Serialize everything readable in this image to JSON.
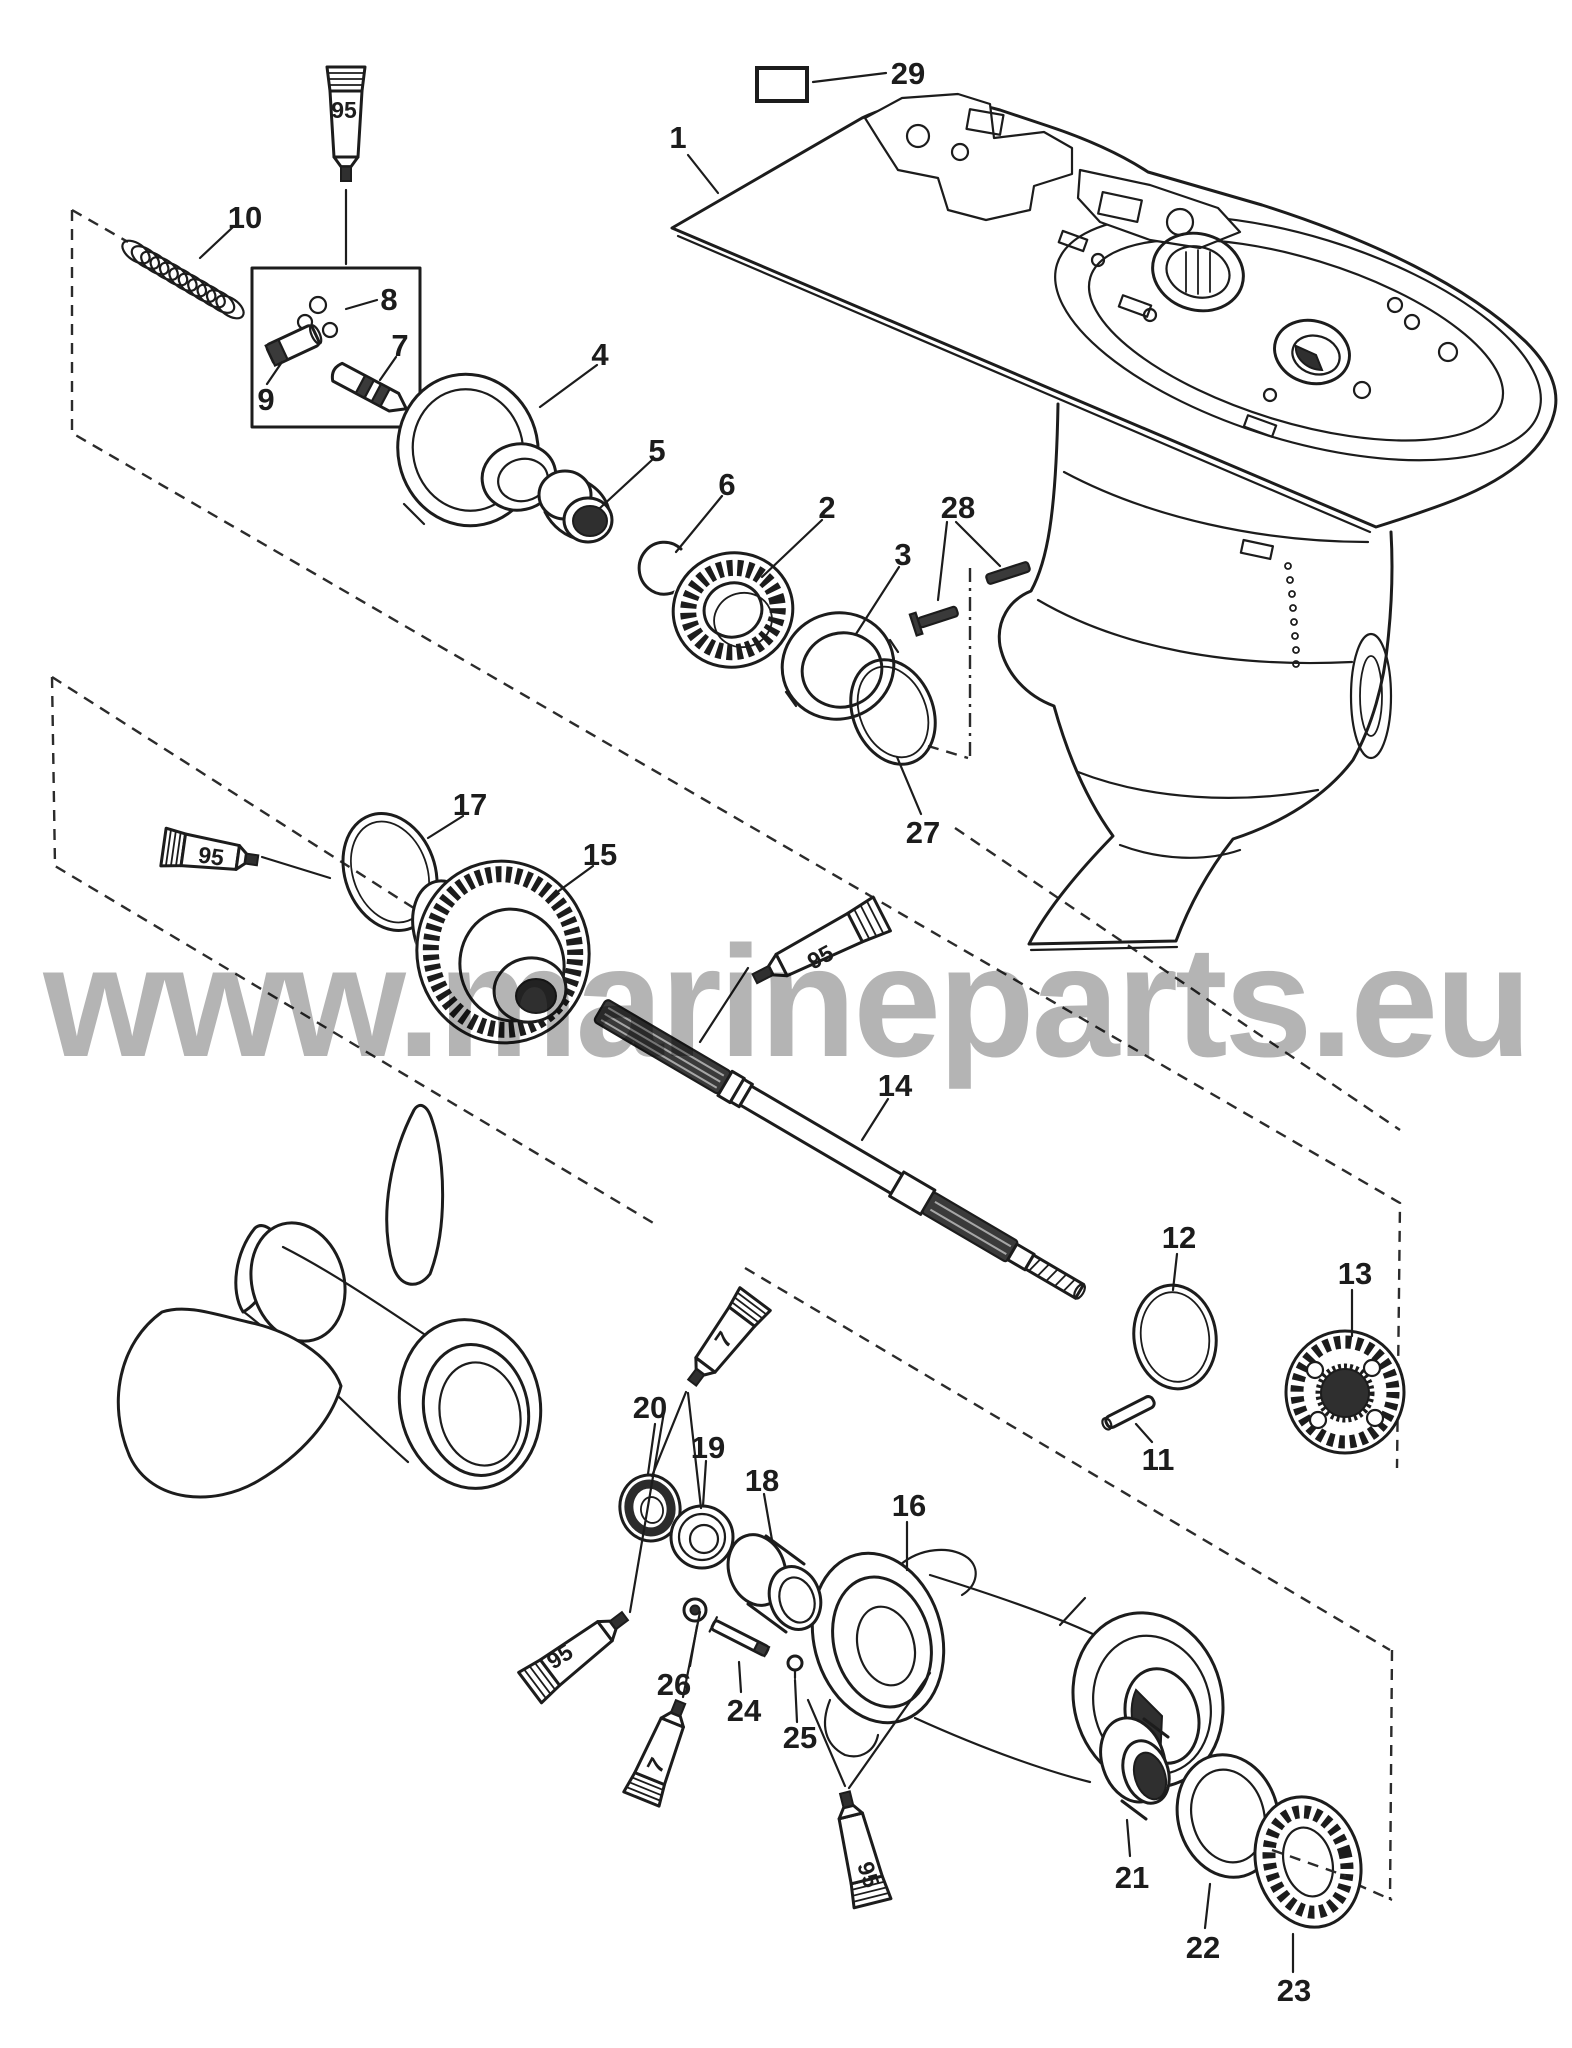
{
  "diagram": {
    "subject": "Outboard lower unit gear housing - propeller shaft exploded parts view",
    "watermark": "www.marineparts.eu",
    "colors": {
      "ink": "#1c1c1c",
      "watermark_gray": "#b4b4b4",
      "background": "#ffffff"
    },
    "callouts": {
      "c1": {
        "label": "1"
      },
      "c2": {
        "label": "2"
      },
      "c3": {
        "label": "3"
      },
      "c4": {
        "label": "4"
      },
      "c5": {
        "label": "5"
      },
      "c6": {
        "label": "6"
      },
      "c7": {
        "label": "7"
      },
      "c8": {
        "label": "8"
      },
      "c9": {
        "label": "9"
      },
      "c10": {
        "label": "10"
      },
      "c11": {
        "label": "11"
      },
      "c12": {
        "label": "12"
      },
      "c13": {
        "label": "13"
      },
      "c14": {
        "label": "14"
      },
      "c15": {
        "label": "15"
      },
      "c16": {
        "label": "16"
      },
      "c17": {
        "label": "17"
      },
      "c18": {
        "label": "18"
      },
      "c19": {
        "label": "19"
      },
      "c20": {
        "label": "20"
      },
      "c21": {
        "label": "21"
      },
      "c22": {
        "label": "22"
      },
      "c23": {
        "label": "23"
      },
      "c24": {
        "label": "24"
      },
      "c25": {
        "label": "25"
      },
      "c26": {
        "label": "26"
      },
      "c27": {
        "label": "27"
      },
      "c28": {
        "label": "28"
      },
      "c29": {
        "label": "29"
      }
    },
    "sealant_tubes": {
      "t1": {
        "label": "95"
      },
      "t2": {
        "label": "95"
      },
      "t3": {
        "label": "95"
      },
      "t4": {
        "label": "7"
      },
      "t5": {
        "label": "95"
      },
      "t6": {
        "label": "7"
      },
      "t7": {
        "label": "95"
      }
    }
  }
}
